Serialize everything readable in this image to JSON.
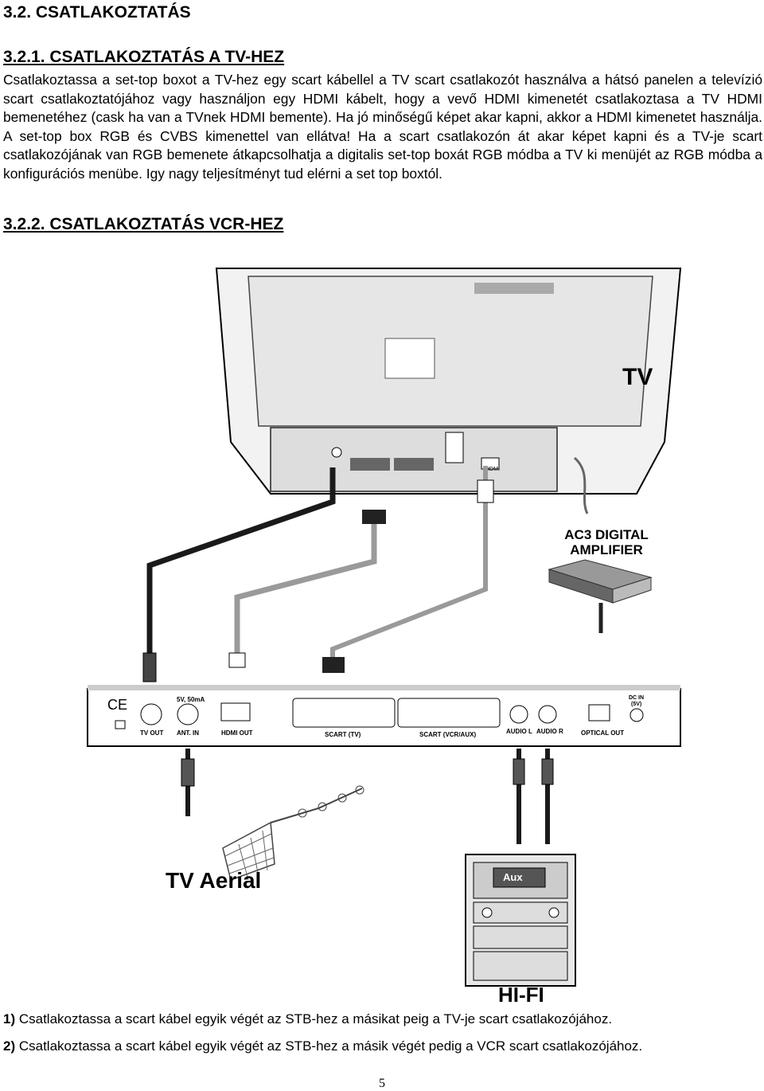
{
  "heading_main": "3.2. CSATLAKOZTATÁS",
  "section1": {
    "heading": "3.2.1. CSATLAKOZTATÁS A TV-HEZ",
    "paragraph": "Csatlakoztassa a set-top boxot a TV-hez egy scart kábellel a TV scart csatlakozót használva a hátsó panelen a televízió scart csatlakoztatójához vagy használjon egy HDMI kábelt, hogy a vevő HDMI kimenetét csatlakoztasa a TV HDMI bemenetéhez (cask ha van a TVnek HDMI bemente). Ha jó minőségű képet akar kapni, akkor a HDMI kimenetet használja. A set-top box RGB és CVBS kimenettel van ellátva! Ha a scart csatlakozón át akar képet kapni és a TV-je scart csatlakozójának van RGB bemenete átkapcsolhatja a digitalis set-top boxát RGB módba a TV ki menüjét az RGB módba a konfigurációs menübe. Igy nagy teljesítményt tud elérni a set top boxtól."
  },
  "section2": {
    "heading": "3.2.2. CSATLAKOZTATÁS VCR-HEZ"
  },
  "diagram": {
    "tv_label": "TV",
    "tv_hdmi_label": "HDMI",
    "amp_label_line1": "AC3 DIGITAL",
    "amp_label_line2": "AMPLIFIER",
    "stb_rating": "5V, 50mA",
    "stb_ce": "CE",
    "stb_dc_line1": "DC IN",
    "stb_dc_line2": "(5V)",
    "ports": {
      "tv_out": "TV OUT",
      "ant_in": "ANT. IN",
      "hdmi_out": "HDMI OUT",
      "scart_tv": "SCART (TV)",
      "scart_vcr": "SCART (VCR/AUX)",
      "audio_l": "AUDIO L",
      "audio_r": "AUDIO R",
      "optical_out": "OPTICAL OUT"
    },
    "aerial_label": "TV Aerial",
    "hifi_label": "HI-FI",
    "hifi_aux": "Aux"
  },
  "steps": [
    {
      "num": "1)",
      "text": " Csatlakoztassa a scart kábel egyik végét az STB-hez a másikat peig a TV-je scart csatlakozójához."
    },
    {
      "num": "2)",
      "text": " Csatlakoztassa a scart kábel egyik végét az STB-hez a másik végét pedig a VCR scart csatlakozójához."
    }
  ],
  "page_number": "5",
  "colors": {
    "cable_black": "#1a1a1a",
    "cable_grey": "#9a9a9a",
    "device_grey": "#d9d9d9"
  }
}
